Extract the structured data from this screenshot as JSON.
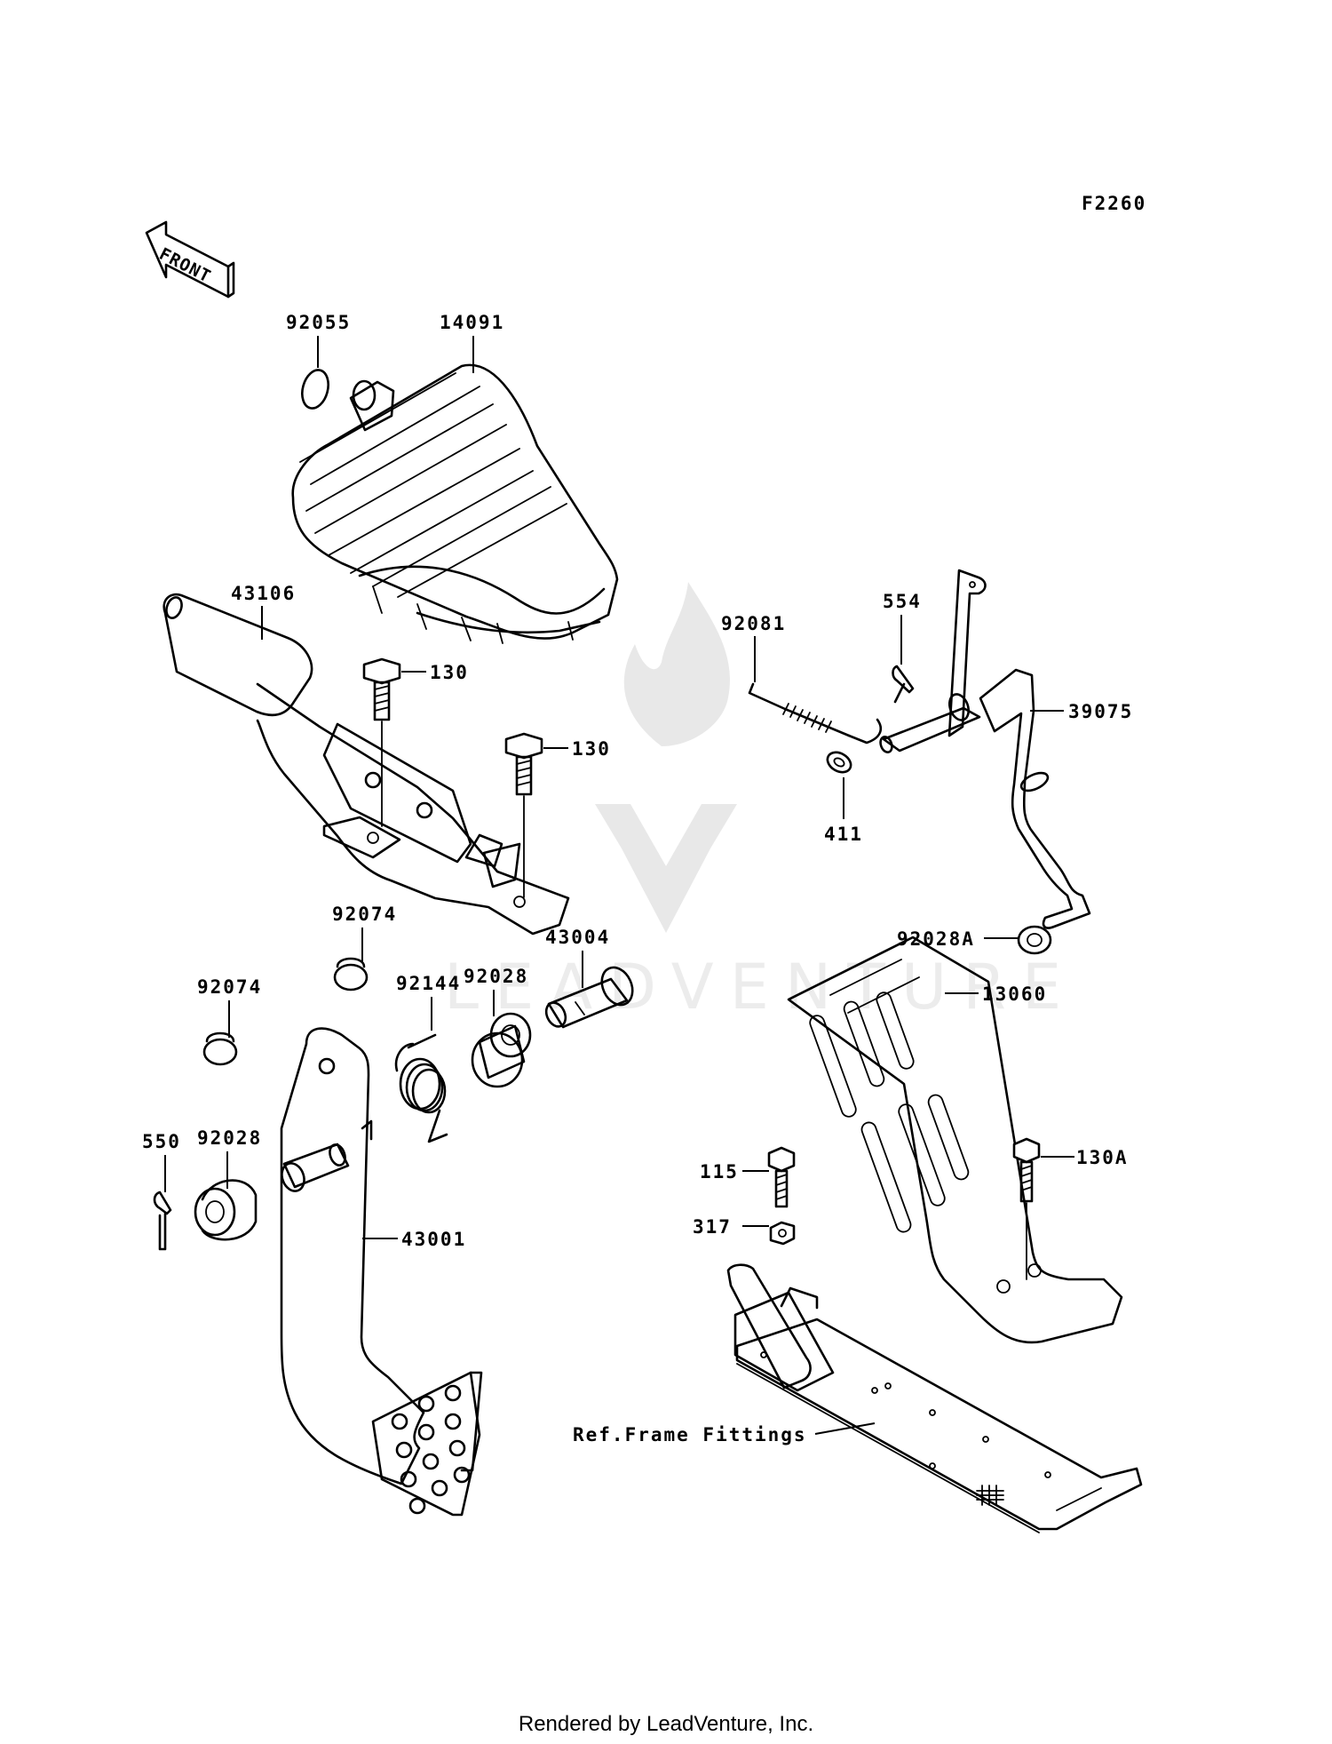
{
  "figure_code": "F2260",
  "front_label": "FRONT",
  "watermark_text": "LEADVENTURE",
  "footer": "Rendered by LeadVenture, Inc.",
  "callouts": {
    "c92055": "92055",
    "c14091": "14091",
    "c43106": "43106",
    "c130a": "130",
    "c130b": "130",
    "c92081": "92081",
    "c554": "554",
    "c39075": "39075",
    "c411": "411",
    "c92074a": "92074",
    "c92074b": "92074",
    "c92144": "92144",
    "c92028a": "92028",
    "c43004": "43004",
    "c92028A": "92028A",
    "c13060": "13060",
    "c550": "550",
    "c92028b": "92028",
    "c115": "115",
    "c130A": "130A",
    "c317": "317",
    "c43001": "43001",
    "cref": "Ref.Frame Fittings"
  }
}
